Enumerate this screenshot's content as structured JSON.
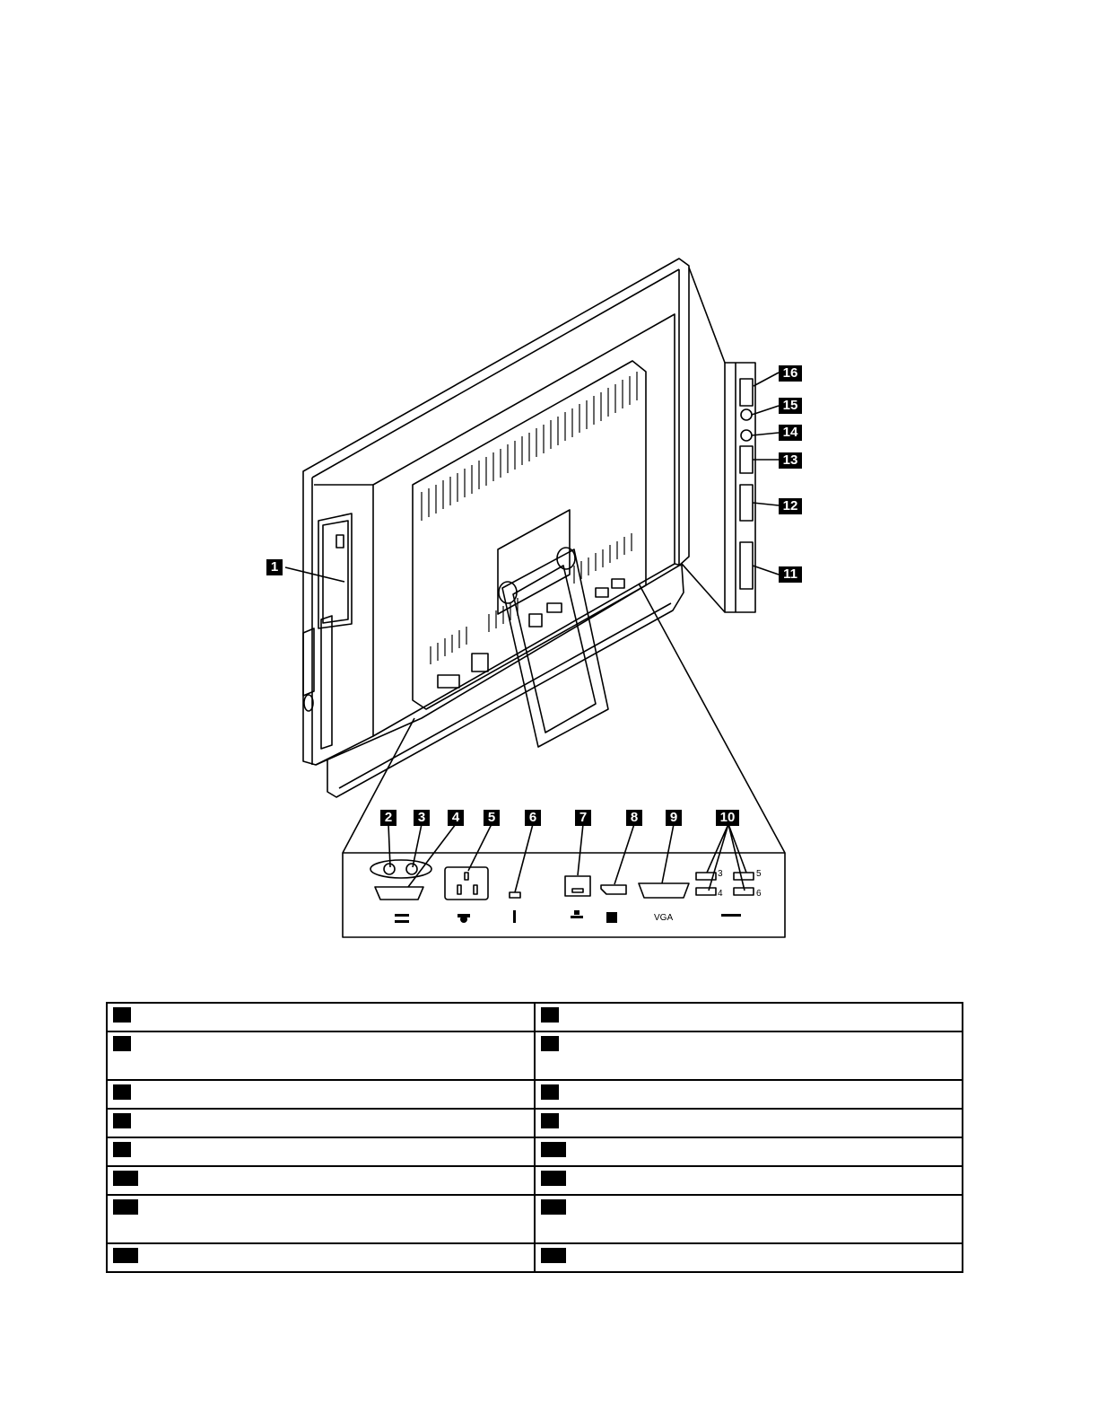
{
  "callouts": {
    "c1": "1",
    "c2": "2",
    "c3": "3",
    "c4": "4",
    "c5": "5",
    "c6": "6",
    "c7": "7",
    "c8": "8",
    "c9": "9",
    "c10": "10",
    "c11": "11",
    "c12": "12",
    "c13": "13",
    "c14": "14",
    "c15": "15",
    "c16": "16"
  },
  "port_labels": {
    "vga": "VGA",
    "usb_3": "3",
    "usb_4": "4",
    "usb_5": "5",
    "usb_6": "6"
  },
  "legend_rows": [
    {
      "left": "",
      "right": ""
    },
    {
      "left": "",
      "right": ""
    },
    {
      "left": "",
      "right": ""
    },
    {
      "left": "",
      "right": ""
    },
    {
      "left": "",
      "right": ""
    },
    {
      "left": "",
      "right": ""
    },
    {
      "left": "",
      "right": ""
    },
    {
      "left": "",
      "right": ""
    }
  ]
}
